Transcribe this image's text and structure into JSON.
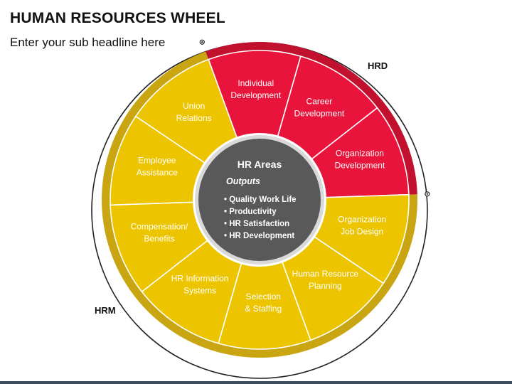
{
  "header": {
    "title": "HUMAN RESOURCES WHEEL",
    "subtitle": "Enter your sub headline here"
  },
  "colors": {
    "yellow": "#ecc400",
    "yellow_ring": "#c9a512",
    "red": "#e8143c",
    "red_ring": "#c2102f",
    "center": "#595959",
    "divider": "#ffffff"
  },
  "wheel": {
    "hrd_label": "HRD",
    "hrm_label": "HRM",
    "segments": [
      {
        "id": "individual-development",
        "lines": [
          "Individual",
          "Development"
        ],
        "group": "hrd"
      },
      {
        "id": "career-development",
        "lines": [
          "Career",
          "Development"
        ],
        "group": "hrd"
      },
      {
        "id": "organization-development",
        "lines": [
          "Organization",
          "Development"
        ],
        "group": "hrd"
      },
      {
        "id": "organization-job-design",
        "lines": [
          "Organization",
          "Job Design"
        ],
        "group": "hrm"
      },
      {
        "id": "human-resource-planning",
        "lines": [
          "Human Resource",
          "Planning"
        ],
        "group": "hrm"
      },
      {
        "id": "selection-staffing",
        "lines": [
          "Selection",
          "& Staffing"
        ],
        "group": "hrm"
      },
      {
        "id": "hr-information-systems",
        "lines": [
          "HR Information",
          "Systems"
        ],
        "group": "hrm"
      },
      {
        "id": "compensation-benefits",
        "lines": [
          "Compensation/",
          "Benefits"
        ],
        "group": "hrm"
      },
      {
        "id": "employee-assistance",
        "lines": [
          "Employee",
          "Assistance"
        ],
        "group": "hrm"
      },
      {
        "id": "union-relations",
        "lines": [
          "Union",
          "Relations"
        ],
        "group": "hrm"
      }
    ],
    "center": {
      "title": "HR Areas",
      "subtitle": "Outputs",
      "items": [
        "Quality Work Life",
        "Productivity",
        "HR Satisfaction",
        "HR Development"
      ]
    }
  }
}
